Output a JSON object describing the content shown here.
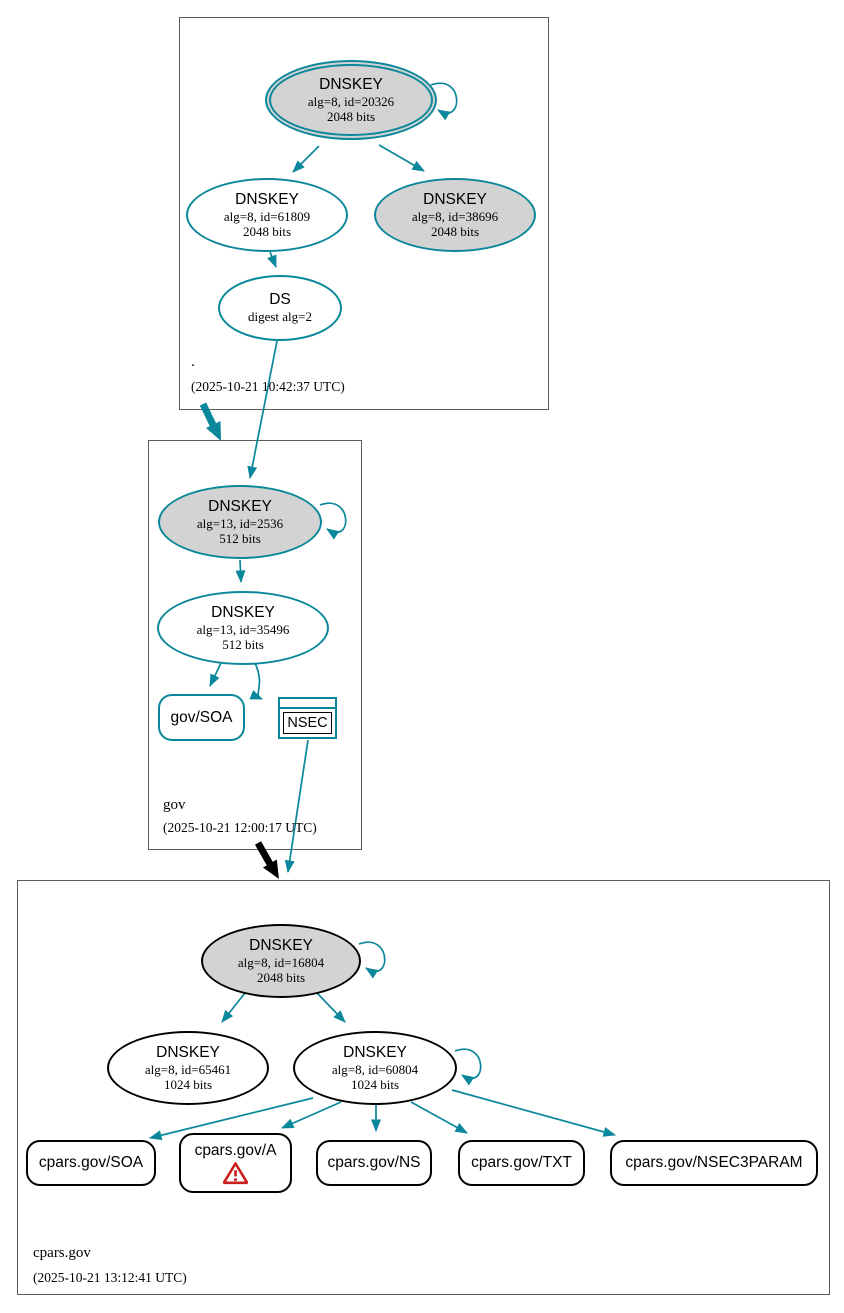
{
  "colors": {
    "secure_edge": "#0a879a",
    "insecure_edge": "#000000",
    "key_fill": "#d3d3d3",
    "warning": "#cb1d1d",
    "zone_border": "#5b5b5b"
  },
  "zones": [
    {
      "name": ".",
      "timestamp": "(2025-10-21 10:42:37 UTC)",
      "nodes": {
        "ksk": {
          "title": "DNSKEY",
          "line1": "alg=8, id=20326",
          "line2": "2048 bits"
        },
        "zsk": {
          "title": "DNSKEY",
          "line1": "alg=8, id=61809",
          "line2": "2048 bits"
        },
        "key3": {
          "title": "DNSKEY",
          "line1": "alg=8, id=38696",
          "line2": "2048 bits"
        },
        "ds": {
          "title": "DS",
          "line1": "digest alg=2"
        }
      }
    },
    {
      "name": "gov",
      "timestamp": "(2025-10-21 12:00:17 UTC)",
      "nodes": {
        "ksk": {
          "title": "DNSKEY",
          "line1": "alg=13, id=2536",
          "line2": "512 bits"
        },
        "zsk": {
          "title": "DNSKEY",
          "line1": "alg=13, id=35496",
          "line2": "512 bits"
        },
        "soa": {
          "label": "gov/SOA"
        },
        "nsec": {
          "label": "NSEC"
        }
      }
    },
    {
      "name": "cpars.gov",
      "timestamp": "(2025-10-21 13:12:41 UTC)",
      "nodes": {
        "ksk": {
          "title": "DNSKEY",
          "line1": "alg=8, id=16804",
          "line2": "2048 bits"
        },
        "zsk1": {
          "title": "DNSKEY",
          "line1": "alg=8, id=65461",
          "line2": "1024 bits"
        },
        "zsk2": {
          "title": "DNSKEY",
          "line1": "alg=8, id=60804",
          "line2": "1024 bits"
        },
        "soa": {
          "label": "cpars.gov/SOA"
        },
        "a": {
          "label": "cpars.gov/A",
          "icon": "warning-icon"
        },
        "ns": {
          "label": "cpars.gov/NS"
        },
        "txt": {
          "label": "cpars.gov/TXT"
        },
        "nsec3param": {
          "label": "cpars.gov/NSEC3PARAM"
        }
      }
    }
  ]
}
